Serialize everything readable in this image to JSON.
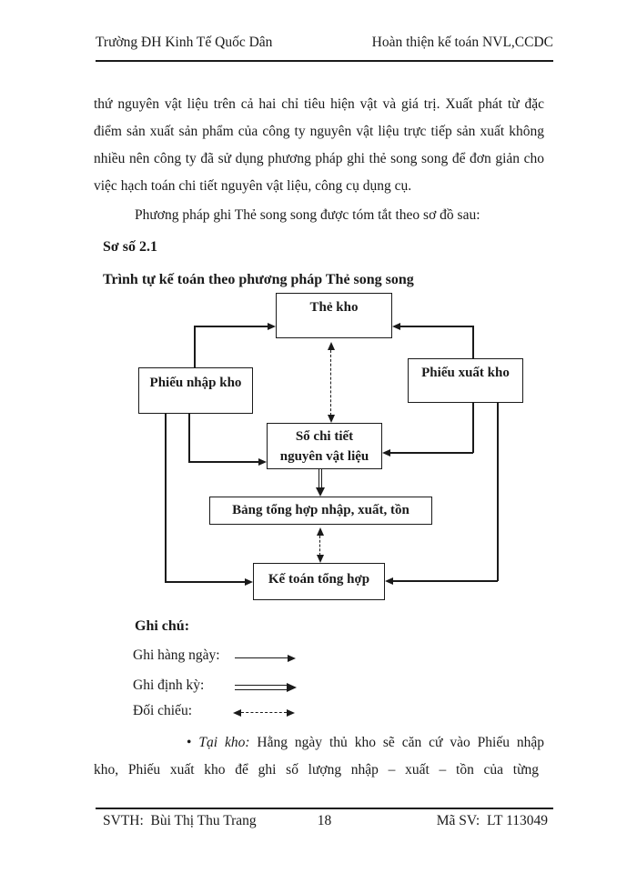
{
  "header": {
    "left": "Trường ĐH Kinh Tế Quốc Dân",
    "right": "Hoàn thiện kế toán NVL,CCDC"
  },
  "paragraph1": {
    "lines": [
      "thứ nguyên vật liệu trên cả hai chỉ tiêu hiện vật và giá trị. Xuất phát từ đặc",
      "điểm sản xuất sản phẩm của công ty nguyên vật liệu trực tiếp sản xuất không",
      "nhiều nên công ty đã sử dụng phương pháp ghi thẻ song song để đơn giản cho",
      "việc hạch toán chi tiết nguyên vật liệu, công cụ dụng cụ."
    ]
  },
  "paragraph2": "Phương pháp ghi Thẻ song song được tóm tắt theo sơ đồ sau:",
  "figure": {
    "label": "Sơ số 2.1",
    "title": "Trình tự kế toán theo phương pháp Thẻ song song"
  },
  "diagram": {
    "boxes": {
      "the_kho": "Thẻ kho",
      "phieu_nhap": "Phiếu nhập kho",
      "phieu_xuat": "Phiếu xuất kho",
      "so_chi_tiet_line1": "Sổ chi tiết",
      "so_chi_tiet_line2": "nguyên vật liệu",
      "bang_tong_hop": "Bảng tổng hợp nhập, xuất, tồn",
      "ke_toan": "Kế toán tổng hợp"
    }
  },
  "legend": {
    "title": "Ghi chú:",
    "items": [
      {
        "label": "Ghi hàng ngày:",
        "style": "solid-arrow"
      },
      {
        "label": "Ghi định kỳ:",
        "style": "double-line-arrow"
      },
      {
        "label": "Đối chiếu:",
        "style": "dashed-double-arrow"
      }
    ]
  },
  "bullet": {
    "marker": "•",
    "lead_italic": "Tại kho:",
    "line1_rest": "Hằng ngày thủ kho sẽ căn cứ vào Phiếu nhập",
    "line2": "kho, Phiếu xuất kho để ghi số lượng nhập – xuất – tồn của từng"
  },
  "footer": {
    "left": "SVTH:  Bùi Thị Thu Trang",
    "page_number": "18",
    "right": "Mã SV:  LT 113049"
  }
}
